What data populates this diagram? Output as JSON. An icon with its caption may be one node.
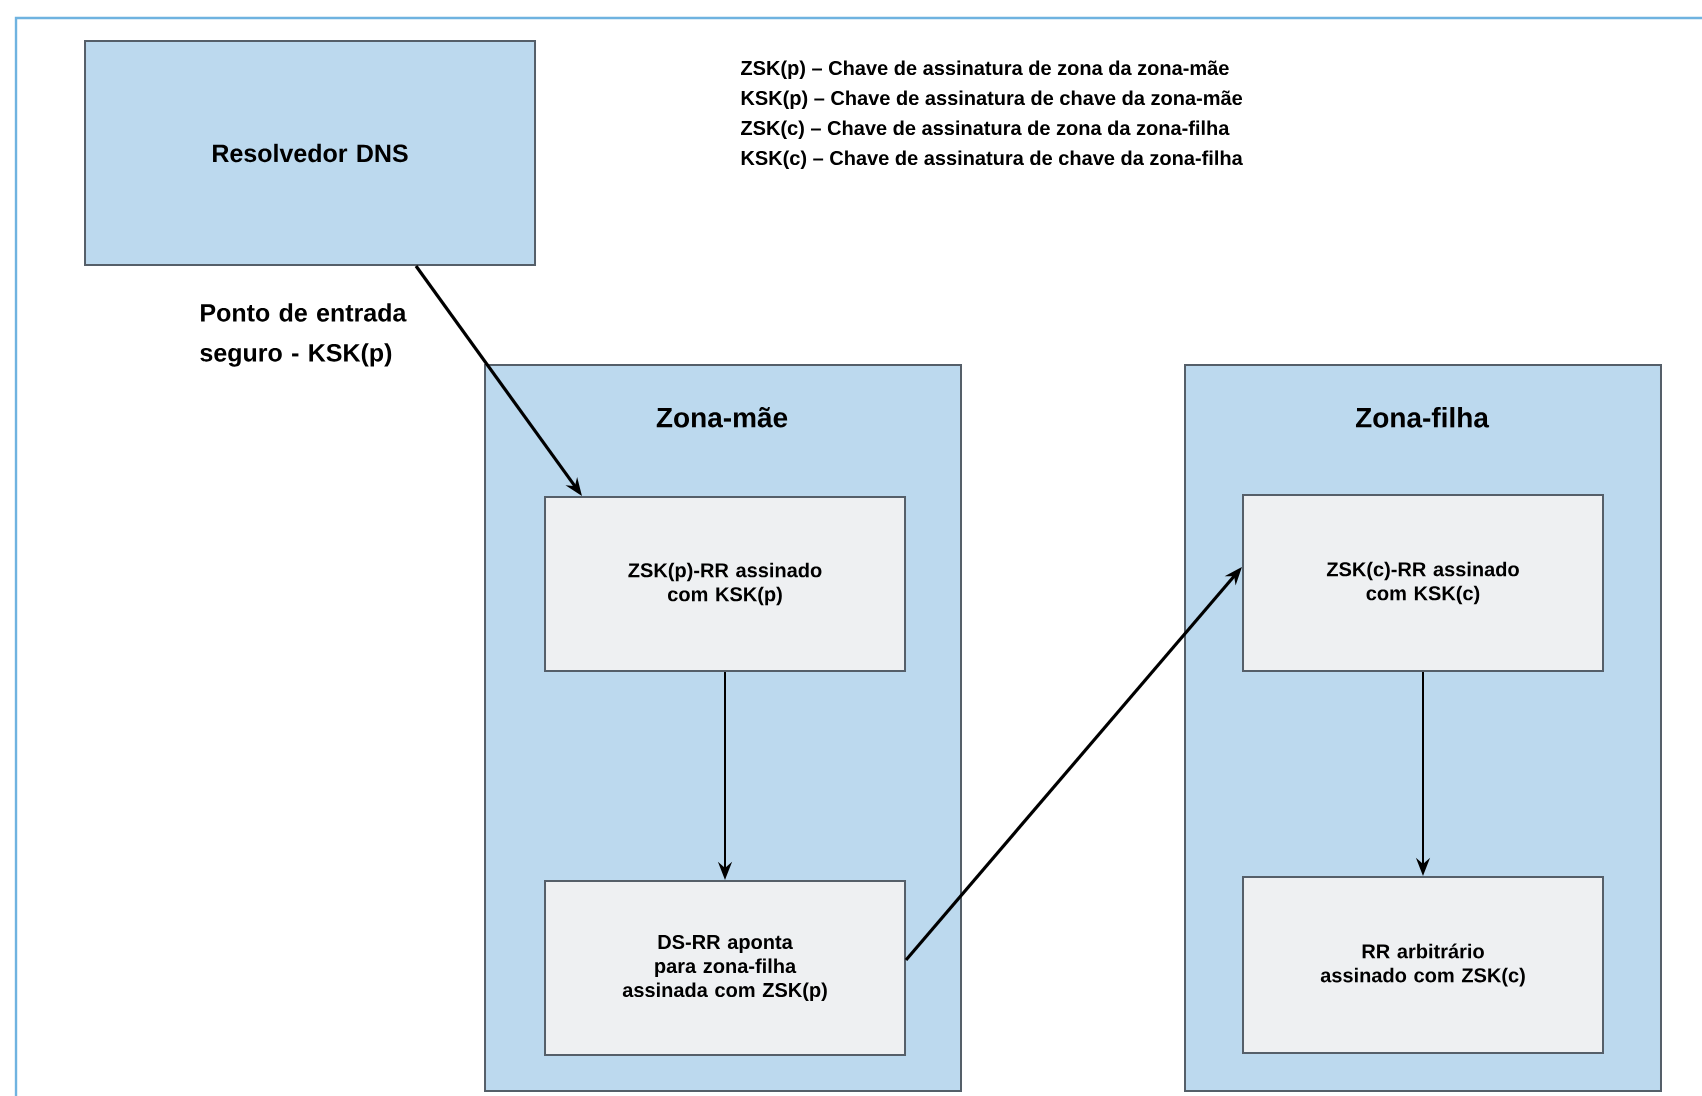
{
  "diagram": {
    "nodes": [
      {
        "text": [
          "Resolvedor DNS"
        ]
      },
      {
        "text": [
          "Zona-mãe"
        ]
      },
      {
        "text": [
          "ZSK(p)-RR assinado com KSK(p)"
        ],
        "in": 1
      },
      {
        "text": [
          "DS-RR aponta para zona-filha assinada com ZSK(p)"
        ],
        "in": 1
      },
      {
        "text": [
          "Zona-filha"
        ]
      },
      {
        "text": [
          "ZSK(c)-RR assinado com KSK(c)"
        ],
        "in": 4
      },
      {
        "text": [
          "RR arbitrário assinado com ZSK(c)"
        ],
        "in": 4
      }
    ],
    "edges": [
      {
        "from": 0,
        "to": 2,
        "arrow": "to",
        "label": "Ponto de entrada seguro - KSK(p)"
      },
      {
        "from": 2,
        "to": 3,
        "arrow": "to"
      },
      {
        "from": 3,
        "to": 5,
        "arrow": "to"
      },
      {
        "from": 5,
        "to": 6,
        "arrow": "to"
      }
    ],
    "labels": [
      "ZSK(p) – Chave de assinatura de zona da zona-mãe",
      "KSK(p) – Chave de assinatura de chave da zona-mãe",
      "ZSK(c) – Chave de assinatura de zona da zona-filha",
      "KSK(c) – Chave de assinatura de chave da zona-filha"
    ]
  }
}
